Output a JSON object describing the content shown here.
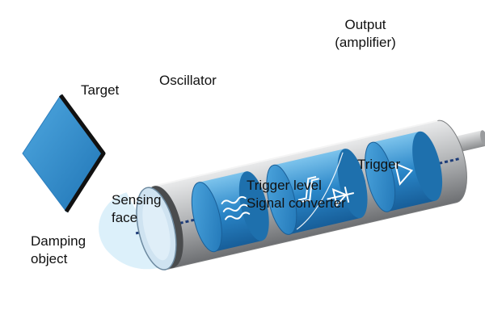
{
  "labels": {
    "target": "Target",
    "oscillator": "Oscillator",
    "output_line1": "Output",
    "output_line2": "(amplifier)",
    "trigger": "Trigger",
    "trigger_level": "Trigger level",
    "signal_converter": "Signal converter",
    "sensing_line1": "Sensing",
    "sensing_line2": "face",
    "damping_line1": "Damping",
    "damping_line2": "object"
  },
  "colors": {
    "tube_blue": "#2a86c8",
    "tube_light": "#bfe2f5",
    "target_blue": "#3f9ad8",
    "cylinder_gray": "#8d8d8d",
    "beam_navy": "#1d3c78"
  },
  "icons": [
    "oscillator-wave-icon",
    "trigger-level-hysteresis-icon",
    "diode-icon",
    "amplifier-triangle-icon"
  ]
}
